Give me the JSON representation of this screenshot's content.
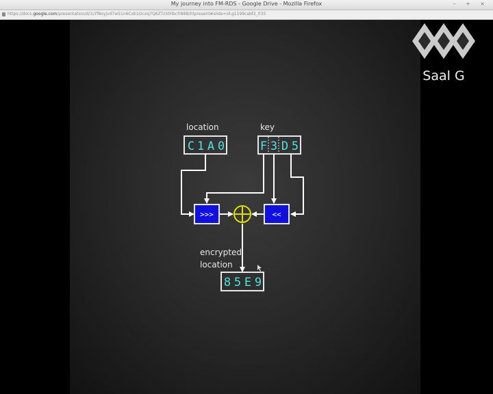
{
  "window": {
    "title": "My journey into FM-RDS - Google Drive - Mozilla Firefox",
    "controls": "– + ×"
  },
  "urlbar": {
    "url_prefix": "https://docs.",
    "url_domain": "google.com",
    "url_suffix": "/presentation/d/1LYf8oyjvd7w51n6Cxb1Ocxq7Q6ZTz5tHbcfr88B/htpresent#slide=id.g1199cabf2_035"
  },
  "slide": {
    "location_label": "location",
    "key_label": "key",
    "location_digits": [
      "C",
      "1",
      "A",
      "0"
    ],
    "key_digits": [
      "F",
      "3",
      "D",
      "5"
    ],
    "rotate_right_label": ">>>",
    "rotate_left_label": "<<",
    "encrypted_label_line1": "encrypted",
    "encrypted_label_line2": "location",
    "encrypted_digits": [
      "8",
      "5",
      "E",
      "9"
    ]
  },
  "logo": {
    "text": "Saal G"
  },
  "colors": {
    "digits": "#4fe3e3",
    "box_fill": "#1010e0",
    "xor": "#e0e000"
  }
}
